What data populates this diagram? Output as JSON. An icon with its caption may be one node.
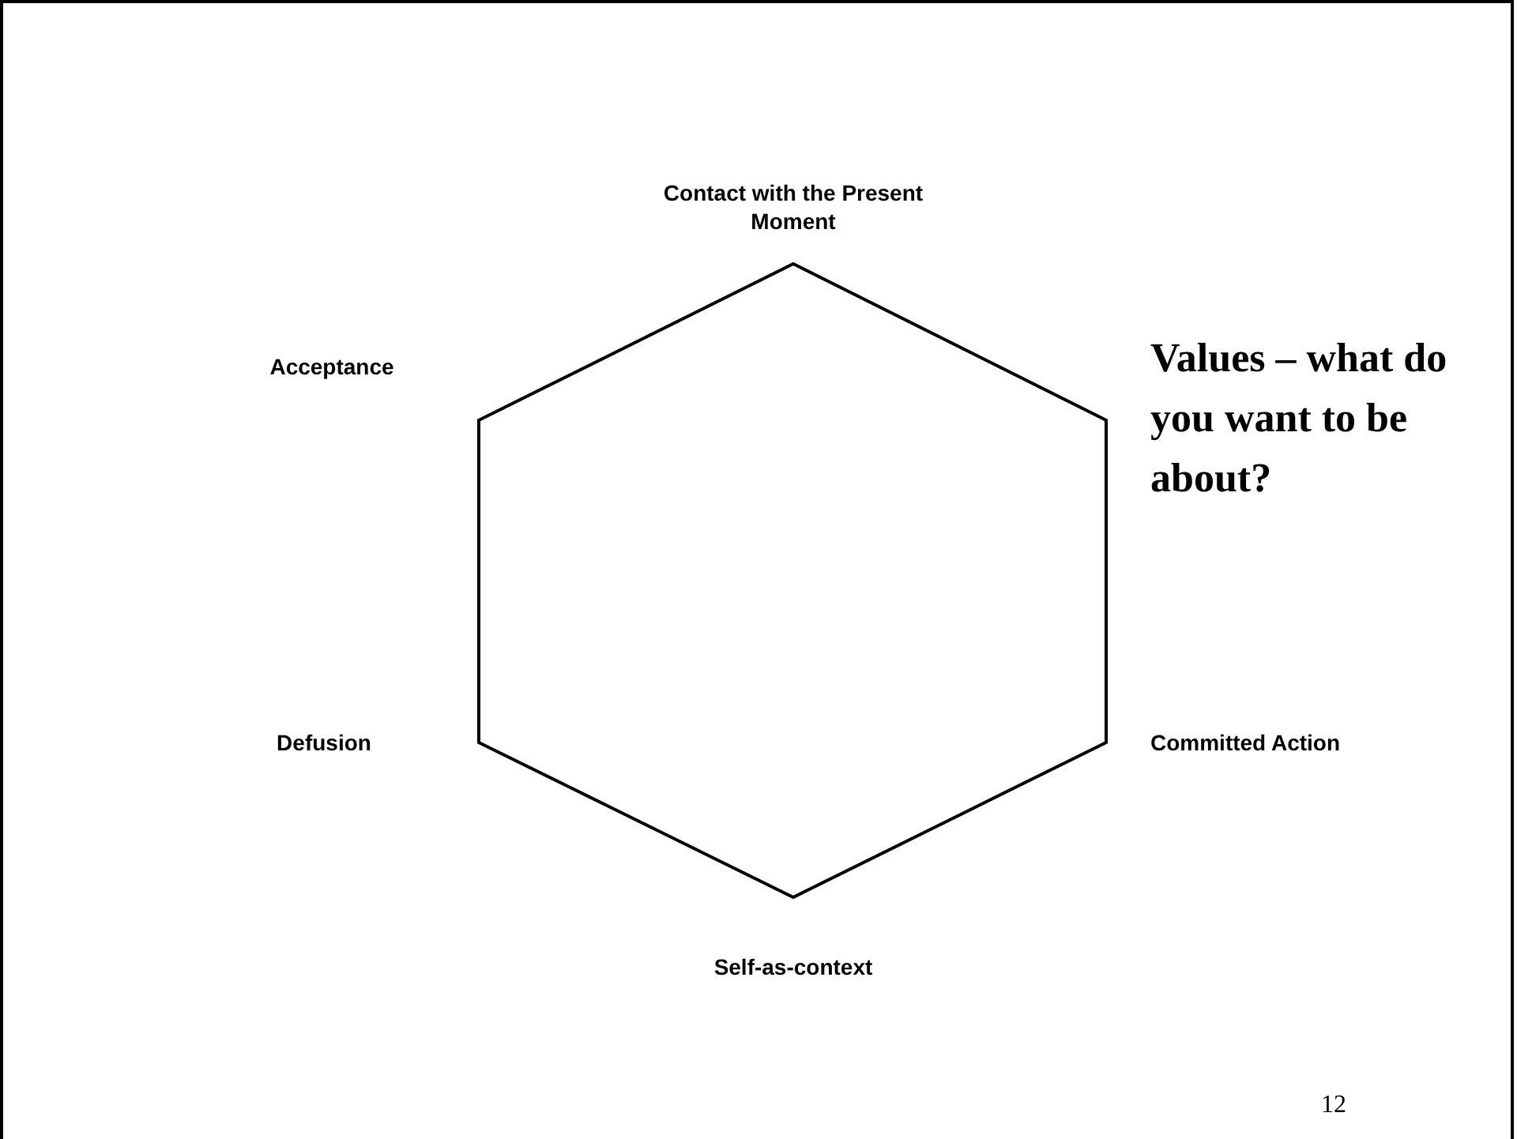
{
  "diagram": {
    "nodes": [
      {
        "text": [],
        "shape": "hexagon"
      }
    ],
    "labels": [
      "Contact with the Present Moment",
      "Acceptance",
      "Values – what do you want to be about?",
      "Defusion",
      "Committed Action",
      "Self-as-context",
      "12"
    ]
  }
}
